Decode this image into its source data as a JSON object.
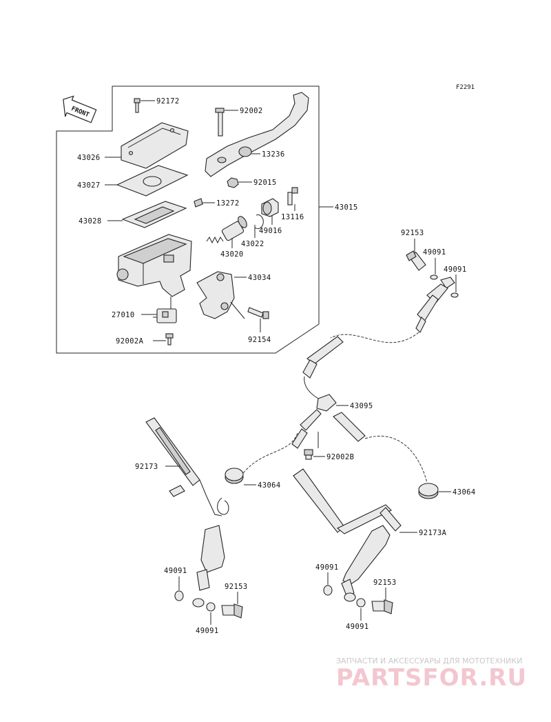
{
  "figure_code": "F2291",
  "front_marker": "FRONT",
  "parts": {
    "p92172": "92172",
    "p92002": "92002",
    "p43026": "43026",
    "p13236": "13236",
    "p43027": "43027",
    "p92015": "92015",
    "p13272": "13272",
    "p43015": "43015",
    "p43028": "43028",
    "p13116": "13116",
    "p49016": "49016",
    "p43022": "43022",
    "p43020": "43020",
    "p43034": "43034",
    "p27010": "27010",
    "p92154": "92154",
    "p92002A": "92002A",
    "p92153_top": "92153",
    "p49091_top1": "49091",
    "p49091_top2": "49091",
    "p43095": "43095",
    "p92173": "92173",
    "p92002B": "92002B",
    "p43064_left": "43064",
    "p43064_right": "43064",
    "p92173A": "92173A",
    "p49091_bl1": "49091",
    "p92153_bl": "92153",
    "p49091_bl2": "49091",
    "p49091_br1": "49091",
    "p92153_br": "92153",
    "p49091_br2": "49091"
  },
  "watermark": {
    "tagline": "ЗАПЧАСТИ И АКСЕССУАРЫ ДЛЯ МОТОТЕХНИКИ",
    "logo": "PARTSFOR.RU"
  }
}
